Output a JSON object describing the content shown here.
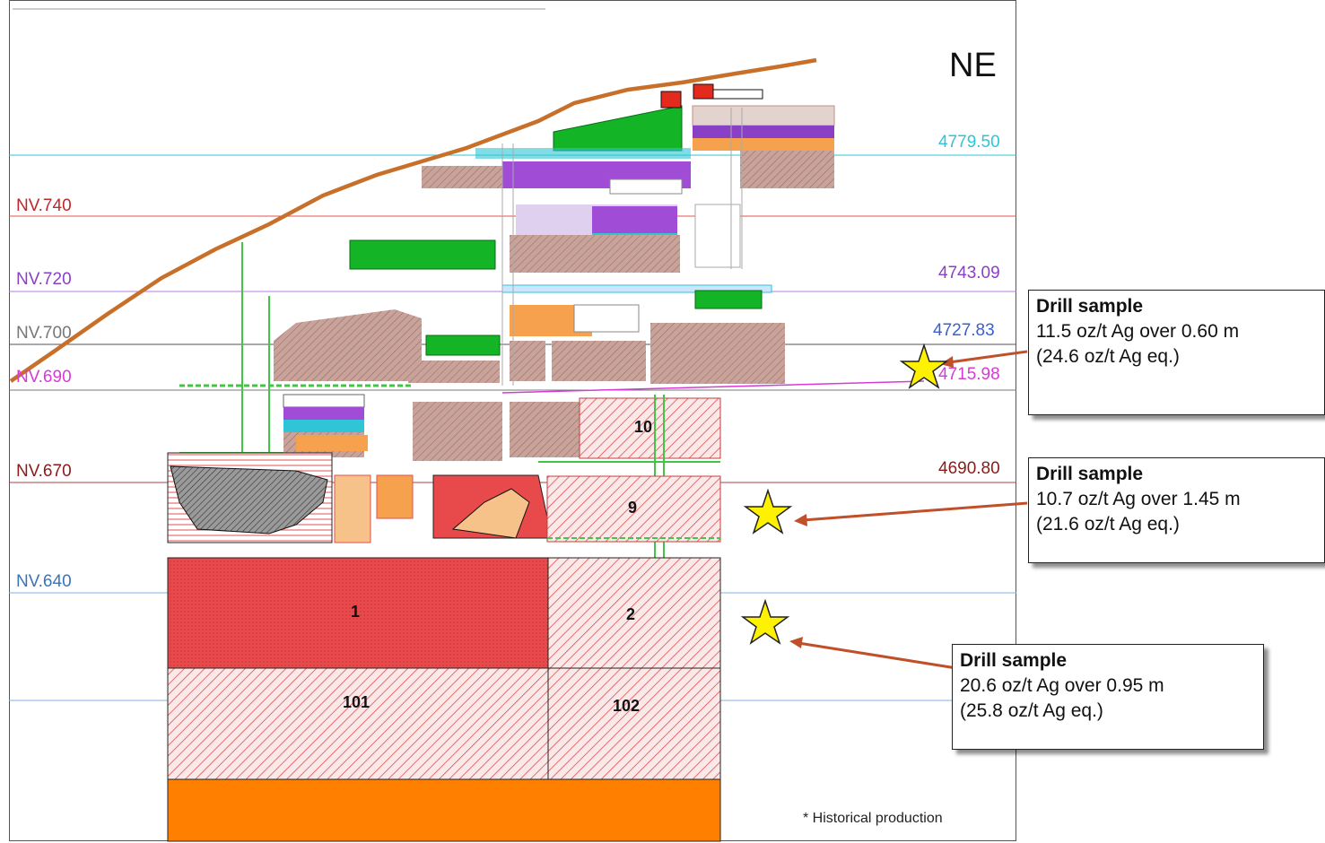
{
  "orientation": "NE",
  "levels": [
    {
      "label": "NV.740",
      "color": "#c0262b"
    },
    {
      "label": "NV.720",
      "color": "#8a3fc7"
    },
    {
      "label": "NV.700",
      "color": "#777777"
    },
    {
      "label": "NV.690",
      "color": "#d63bd6"
    },
    {
      "label": "NV.670",
      "color": "#8b1a1a"
    },
    {
      "label": "NV.640",
      "color": "#3a74b8"
    }
  ],
  "elevations": [
    {
      "value": "4779.50",
      "color": "#2fc4d6"
    },
    {
      "value": "4743.09",
      "color": "#8a3fc7"
    },
    {
      "value": "4727.83",
      "color": "#3b5fd1"
    },
    {
      "value": "4715.98",
      "color": "#d63bd6"
    },
    {
      "value": "4690.80",
      "color": "#8b1a1a"
    }
  ],
  "blocks": {
    "b1": "1",
    "b2": "2",
    "b9": "9",
    "b10": "10",
    "b101": "101",
    "b102": "102"
  },
  "callouts": [
    {
      "title": "Drill sample",
      "line1": "11.5 oz/t Ag over 0.60 m",
      "line2": "(24.6 oz/t Ag eq.)"
    },
    {
      "title": "Drill sample",
      "line1": "10.7 oz/t Ag over 1.45 m",
      "line2": "(21.6 oz/t Ag eq.)"
    },
    {
      "title": "Drill sample",
      "line1": "20.6 oz/t Ag over 0.95 m",
      "line2": "(25.8 oz/t Ag eq.)"
    }
  ],
  "footnote": "* Historical production",
  "colors": {
    "surface": "#c8702a",
    "green_block": "#13b526",
    "red_block": "#e8494b",
    "hatch": "#e05050",
    "orange_block": "#ff8000",
    "arrow": "#c0502a",
    "star": "#fff200"
  }
}
